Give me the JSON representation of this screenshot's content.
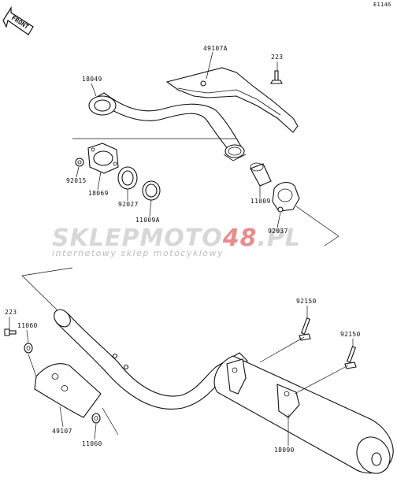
{
  "diagram": {
    "code": "E1146",
    "front_label": "FRONT",
    "watermark": {
      "main_a": "SKLEP",
      "main_b": "MOTO",
      "main_c": "48",
      "main_d": ".PL",
      "tagline": "internetowy sklep motocyklowy"
    },
    "labels": {
      "p49107A": "49107A",
      "p223_top": "223",
      "p18049": "18049",
      "p92015": "92015",
      "p18069": "18069",
      "p92027": "92027",
      "p11009A": "11009A",
      "p11009": "11009",
      "p92037": "92037",
      "p223_left": "223",
      "p11060_top": "11060",
      "p49107": "49107",
      "p11060_bottom": "11060",
      "p92150_a": "92150",
      "p92150_b": "92150",
      "p18090": "18090"
    }
  }
}
